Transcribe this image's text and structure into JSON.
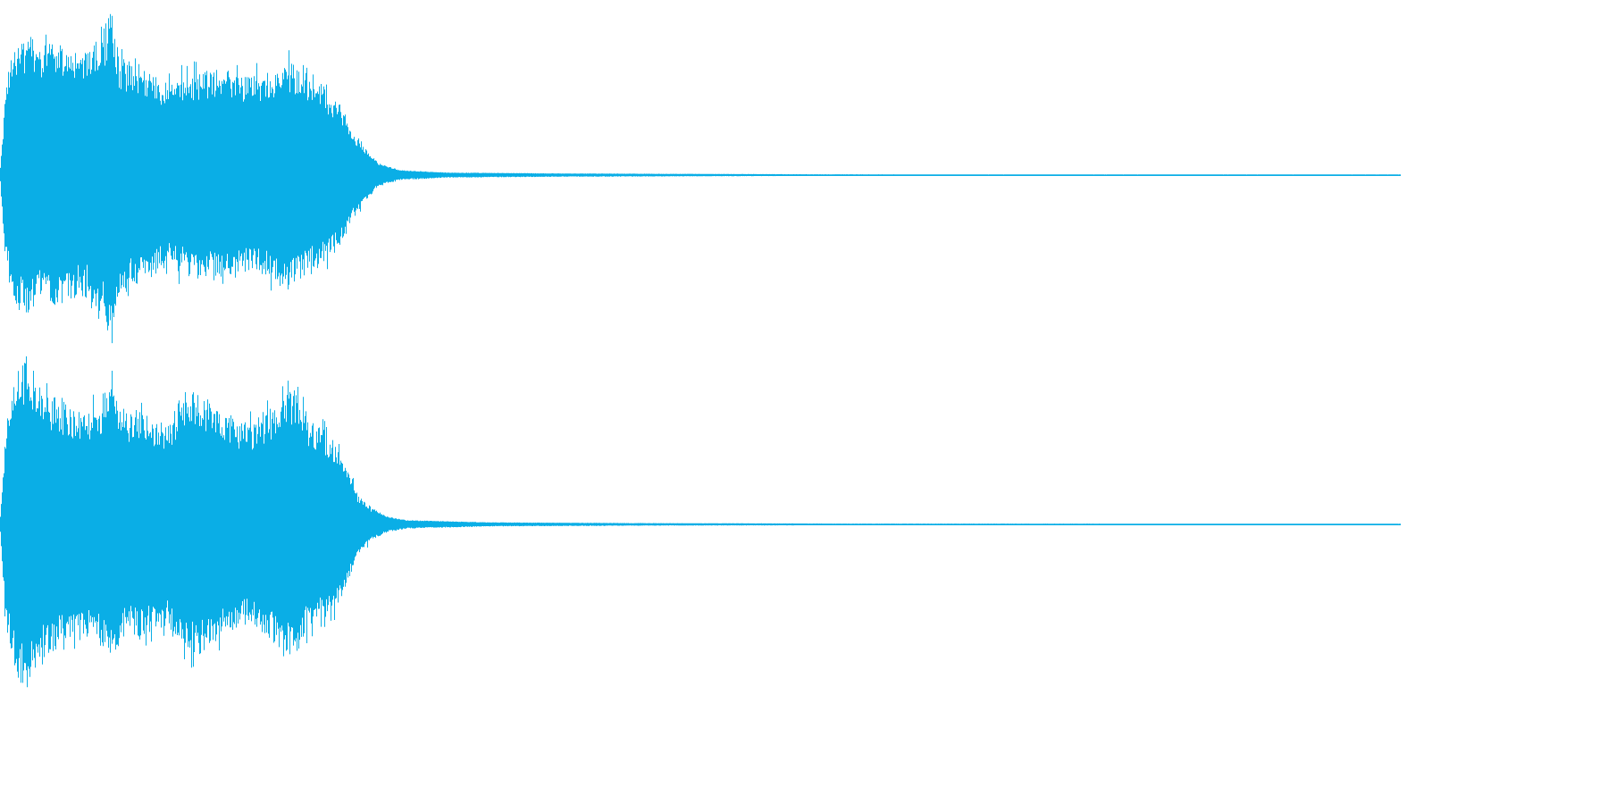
{
  "waveform": {
    "color": "#0aaee6",
    "background": "#ffffff",
    "channels": [
      {
        "name": "left",
        "peak_level": 0.99,
        "envelope": [
          [
            0.0,
            0.05
          ],
          [
            0.004,
            0.55
          ],
          [
            0.01,
            0.78
          ],
          [
            0.016,
            0.8
          ],
          [
            0.022,
            0.82
          ],
          [
            0.03,
            0.76
          ],
          [
            0.04,
            0.79
          ],
          [
            0.05,
            0.74
          ],
          [
            0.06,
            0.72
          ],
          [
            0.07,
            0.8
          ],
          [
            0.08,
            0.98
          ],
          [
            0.085,
            0.7
          ],
          [
            0.095,
            0.66
          ],
          [
            0.11,
            0.6
          ],
          [
            0.12,
            0.55
          ],
          [
            0.135,
            0.6
          ],
          [
            0.15,
            0.62
          ],
          [
            0.16,
            0.65
          ],
          [
            0.175,
            0.58
          ],
          [
            0.19,
            0.6
          ],
          [
            0.205,
            0.68
          ],
          [
            0.215,
            0.62
          ],
          [
            0.228,
            0.55
          ],
          [
            0.238,
            0.45
          ],
          [
            0.245,
            0.4
          ],
          [
            0.25,
            0.28
          ],
          [
            0.258,
            0.18
          ],
          [
            0.27,
            0.07
          ],
          [
            0.285,
            0.03
          ],
          [
            0.32,
            0.015
          ],
          [
            0.4,
            0.01
          ],
          [
            0.58,
            0.005
          ],
          [
            0.7,
            0.004
          ],
          [
            1.0,
            0.004
          ]
        ]
      },
      {
        "name": "right",
        "peak_level": 0.99,
        "envelope": [
          [
            0.0,
            0.05
          ],
          [
            0.004,
            0.6
          ],
          [
            0.01,
            0.85
          ],
          [
            0.016,
            0.98
          ],
          [
            0.022,
            0.95
          ],
          [
            0.03,
            0.8
          ],
          [
            0.04,
            0.75
          ],
          [
            0.05,
            0.7
          ],
          [
            0.06,
            0.68
          ],
          [
            0.07,
            0.72
          ],
          [
            0.08,
            0.82
          ],
          [
            0.09,
            0.66
          ],
          [
            0.1,
            0.68
          ],
          [
            0.11,
            0.62
          ],
          [
            0.12,
            0.6
          ],
          [
            0.13,
            0.78
          ],
          [
            0.14,
            0.78
          ],
          [
            0.15,
            0.74
          ],
          [
            0.16,
            0.66
          ],
          [
            0.172,
            0.6
          ],
          [
            0.185,
            0.62
          ],
          [
            0.2,
            0.74
          ],
          [
            0.212,
            0.82
          ],
          [
            0.22,
            0.62
          ],
          [
            0.232,
            0.55
          ],
          [
            0.242,
            0.48
          ],
          [
            0.248,
            0.35
          ],
          [
            0.255,
            0.18
          ],
          [
            0.265,
            0.1
          ],
          [
            0.275,
            0.05
          ],
          [
            0.29,
            0.025
          ],
          [
            0.35,
            0.012
          ],
          [
            0.45,
            0.008
          ],
          [
            0.6,
            0.005
          ],
          [
            1.0,
            0.004
          ]
        ]
      }
    ]
  }
}
